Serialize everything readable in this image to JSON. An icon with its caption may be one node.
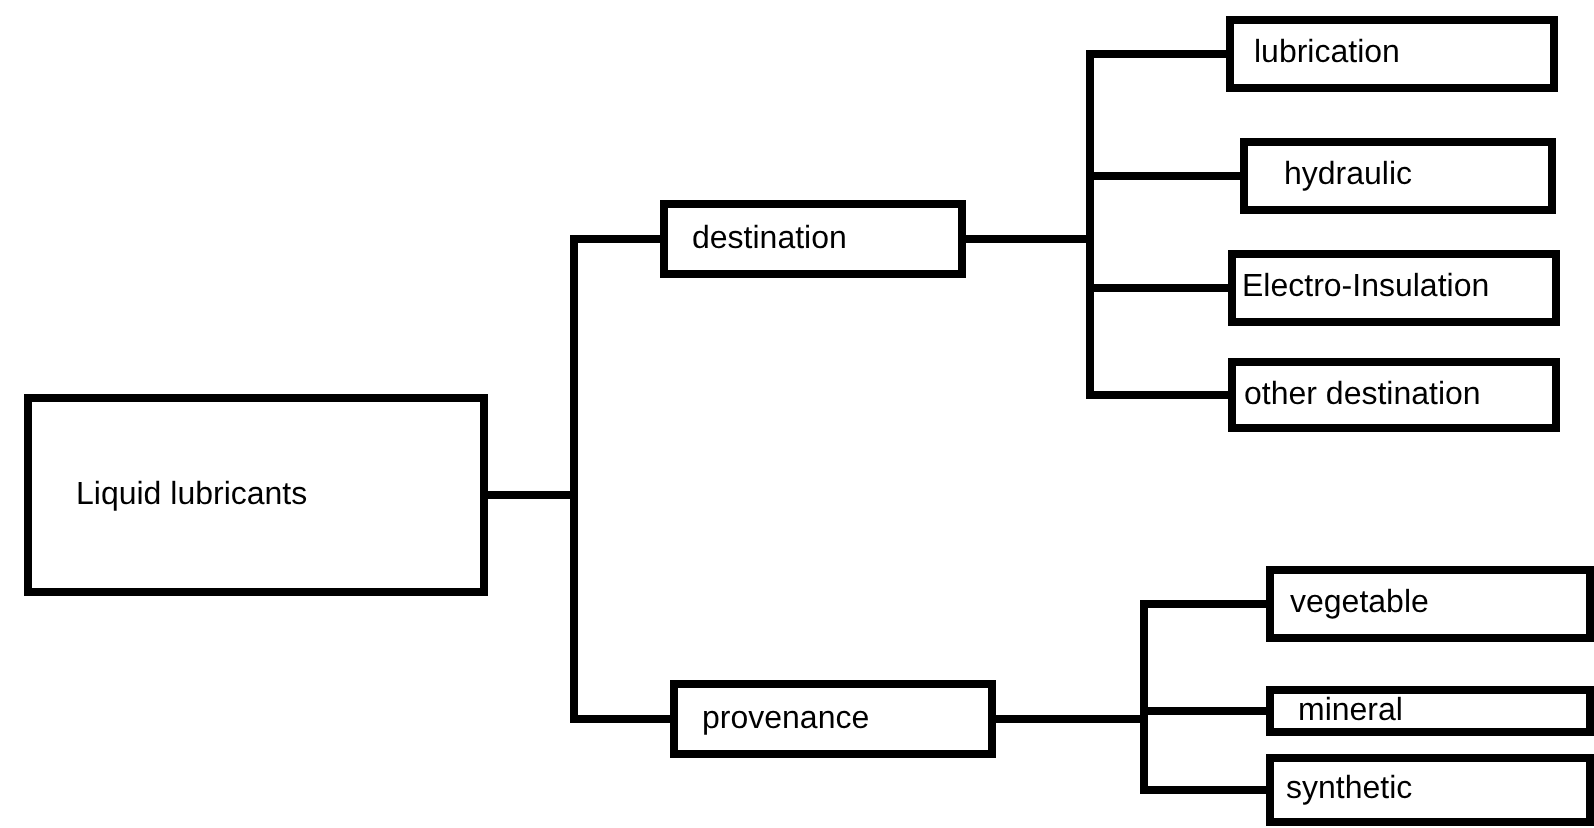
{
  "diagram": {
    "nodes": [
      {
        "text": [
          "Liquid lubricants"
        ]
      },
      {
        "text": [
          "destination"
        ]
      },
      {
        "text": [
          "provenance"
        ]
      },
      {
        "text": [
          "lubrication"
        ]
      },
      {
        "text": [
          "hydraulic"
        ]
      },
      {
        "text": [
          "Electro-Insulation"
        ]
      },
      {
        "text": [
          "other destination"
        ]
      },
      {
        "text": [
          "vegetable"
        ]
      },
      {
        "text": [
          "mineral"
        ]
      },
      {
        "text": [
          "synthetic"
        ]
      }
    ],
    "edges": [
      {
        "from": 0,
        "to": 1,
        "arrow": "none"
      },
      {
        "from": 0,
        "to": 2,
        "arrow": "none"
      },
      {
        "from": 1,
        "to": 3,
        "arrow": "none"
      },
      {
        "from": 1,
        "to": 4,
        "arrow": "none"
      },
      {
        "from": 1,
        "to": 5,
        "arrow": "none"
      },
      {
        "from": 1,
        "to": 6,
        "arrow": "none"
      },
      {
        "from": 2,
        "to": 7,
        "arrow": "none"
      },
      {
        "from": 2,
        "to": 8,
        "arrow": "none"
      },
      {
        "from": 2,
        "to": 9,
        "arrow": "none"
      }
    ]
  }
}
